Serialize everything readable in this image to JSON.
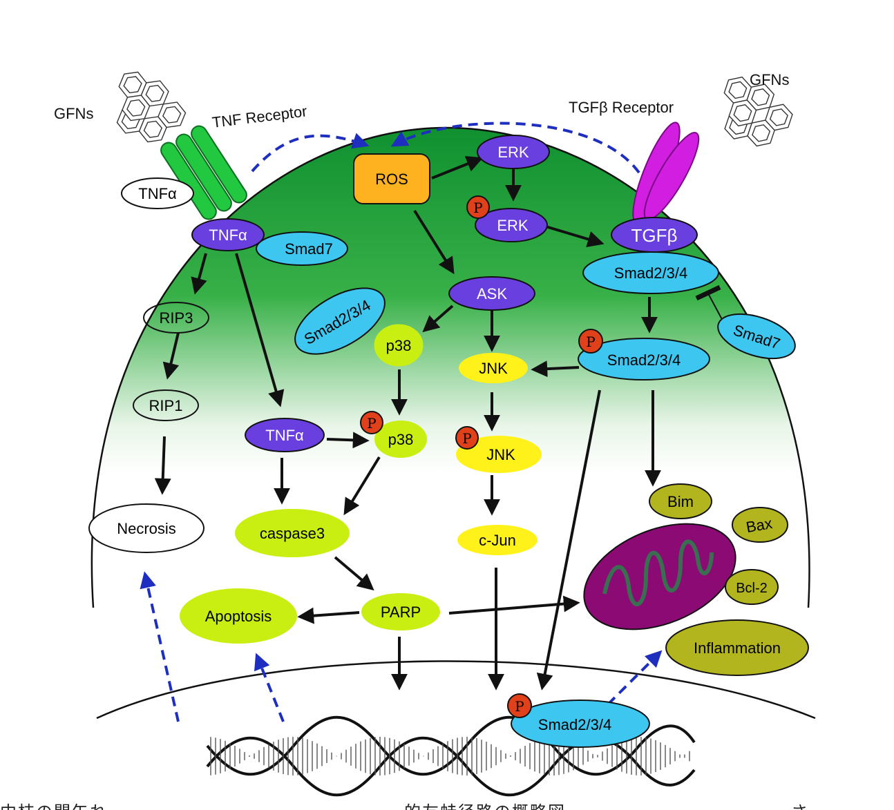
{
  "labels": {
    "gfns_left": "GFNs",
    "gfns_right": "GFNs",
    "tnf_receptor": "TNF Receptor",
    "tgfb_receptor": "TGFβ Receptor",
    "tnfa_outside": "TNFα",
    "tnfa_membrane": "TNFα",
    "smad7_left": "Smad7",
    "ros": "ROS",
    "erk": "ERK",
    "perk": "ERK",
    "tgfb": "TGFβ",
    "smad234_right": "Smad2/3/4",
    "smad7_right": "Smad7",
    "psmad234": "Smad2/3/4",
    "ask": "ASK",
    "smad234_left": "Smad2/3/4",
    "p38": "p38",
    "pp38": "p38",
    "jnk": "JNK",
    "pjnk": "JNK",
    "cjun": "c-Jun",
    "rip3": "RIP3",
    "rip1": "RIP1",
    "tnfa_mid": "TNFα",
    "necrosis": "Necrosis",
    "caspase3": "caspase3",
    "parp": "PARP",
    "apoptosis": "Apoptosis",
    "bim": "Bim",
    "bax": "Bax",
    "bcl2": "Bcl-2",
    "inflammation": "Inflammation",
    "nuclear_smad234": "Smad2/3/4",
    "phospho": "P"
  },
  "caption_fragments": [
    "中枝の間午れ",
    "的友蛙径路の概略図",
    "さ"
  ],
  "colors": {
    "purple": "#6a3fe0",
    "blue": "#3cc6f0",
    "yellow": "#fff21a",
    "lime": "#c9ee12",
    "olive": "#b3b51f",
    "orange": "#ffb21f",
    "phospho": "#e0401a",
    "receptor_tnf": "#22c840",
    "receptor_tgf": "#d11ee0",
    "mito": "#8c0a73",
    "cell_green": "#20a040",
    "dashed": "#1e2fc0"
  }
}
